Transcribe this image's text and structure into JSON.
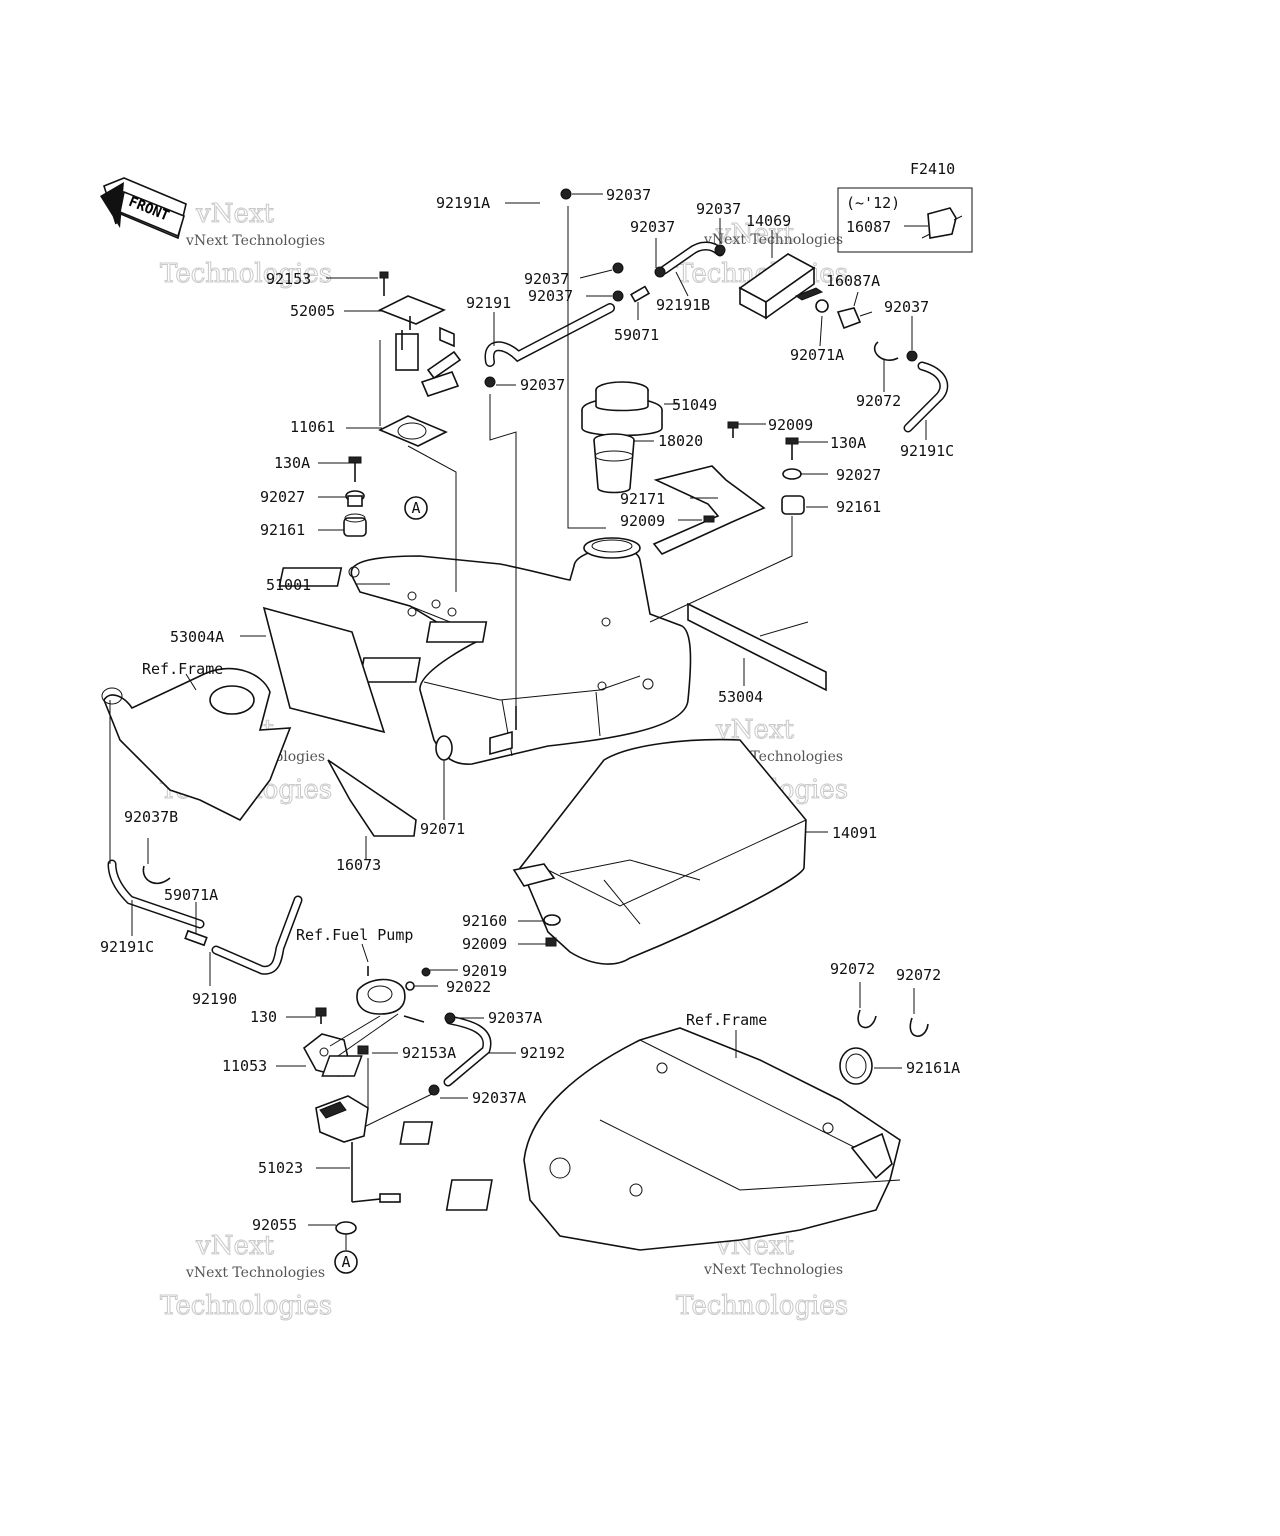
{
  "figure_id": "F2410",
  "front_label": "FRONT",
  "variant_note": "(~'12)",
  "watermark": {
    "small": "vNext Technologies",
    "big_1": "vNext",
    "big_2": "Technologies"
  },
  "refs": {
    "frame_top": "Ref.Frame",
    "fuel_pump": "Ref.Fuel Pump",
    "frame_bottom": "Ref.Frame"
  },
  "callout_A": "A",
  "parts": {
    "p92191A": "92191A",
    "p92037_a": "92037",
    "p92037_b": "92037",
    "p92037_c": "92037",
    "p14069": "14069",
    "p16087": "16087",
    "p92153": "92153",
    "p52005": "52005",
    "p92037_d": "92037",
    "p92037_e": "92037",
    "p92191B": "92191B",
    "p16087A": "16087A",
    "p92191": "92191",
    "p59071": "59071",
    "p92037_f": "92037",
    "p92071A": "92071A",
    "p92072_a": "92072",
    "p92037_g": "92037",
    "p51049": "51049",
    "p11061": "11061",
    "p92009_a": "92009",
    "p130A_a": "130A",
    "p18020": "18020",
    "p130A_b": "130A",
    "p92191C_a": "92191C",
    "p92027_a": "92027",
    "p92027_b": "92027",
    "p92171": "92171",
    "p92161_a": "92161",
    "p92009_b": "92009",
    "p92161_b": "92161",
    "p51001": "51001",
    "p53004A": "53004A",
    "p53004": "53004",
    "p92071": "92071",
    "p14091": "14091",
    "p92037B": "92037B",
    "p16073": "16073",
    "p59071A": "59071A",
    "p92160": "92160",
    "p92191C_b": "92191C",
    "p92009_c": "92009",
    "p92019": "92019",
    "p92022": "92022",
    "p92190": "92190",
    "p92072_b": "92072",
    "p92072_c": "92072",
    "p130": "130",
    "p92037A_a": "92037A",
    "p92153A": "92153A",
    "p92192": "92192",
    "p11053": "11053",
    "p92161A": "92161A",
    "p92037A_b": "92037A",
    "p51023": "51023",
    "p92055": "92055"
  }
}
